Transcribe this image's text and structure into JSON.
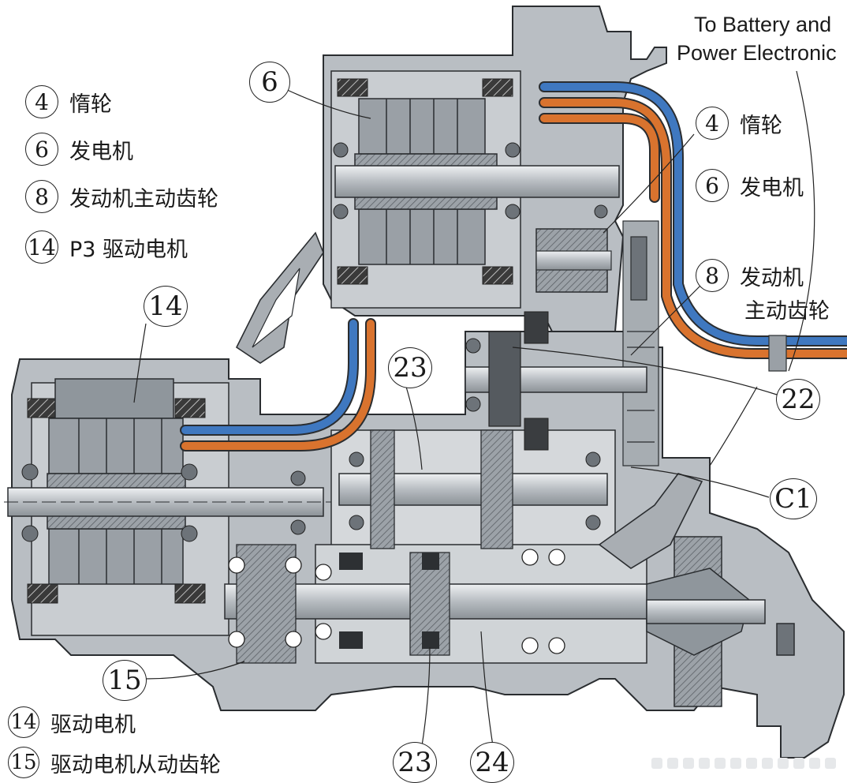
{
  "header": {
    "note_line1": "To Battery and",
    "note_line2": "Power Electronic"
  },
  "legend_left_top": [
    {
      "num": "4",
      "text": "惰轮"
    },
    {
      "num": "6",
      "text": "发电机"
    },
    {
      "num": "8",
      "text": "发动机主动齿轮"
    },
    {
      "num": "14",
      "text": "P3 驱动电机"
    }
  ],
  "legend_right": [
    {
      "num": "4",
      "text": "惰轮"
    },
    {
      "num": "6",
      "text": "发电机"
    },
    {
      "num": "8",
      "text_line1": "发动机",
      "text_line2": "主动齿轮"
    }
  ],
  "legend_left_bottom": [
    {
      "num": "14",
      "text": "驱动电机"
    },
    {
      "num": "15",
      "text": "驱动电机从动齿轮"
    }
  ],
  "callouts": {
    "c6": "6",
    "c14": "14",
    "c23_top": "23",
    "c22": "22",
    "c_c1": "C1",
    "c15": "15",
    "c23_bottom": "23",
    "c24": "24"
  },
  "colors": {
    "housing": "#b9bec3",
    "housing_dark": "#8f969c",
    "stator": "#9aa0a6",
    "shaft": "#d3d6d9",
    "cable_blue": "#3f78c0",
    "cable_orange": "#d9732e",
    "outline": "#2a2d30"
  }
}
